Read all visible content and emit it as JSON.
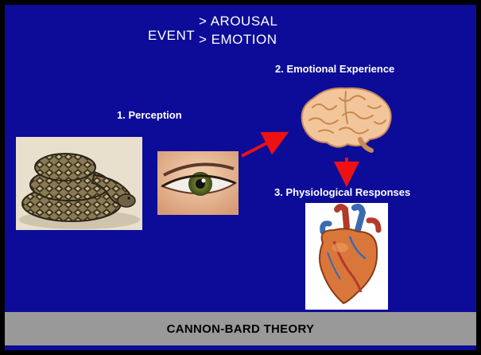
{
  "header": {
    "event": "EVENT",
    "arousal": "> AROUSAL",
    "emotion": "> EMOTION"
  },
  "steps": {
    "perception": "1. Perception",
    "emotional": "2. Emotional Experience",
    "physiological": "3. Physiological Responses"
  },
  "images": {
    "snake": "rattlesnake-photo",
    "eye": "eye-photo",
    "brain": "brain-illustration",
    "heart": "heart-illustration"
  },
  "colors": {
    "slide_bg": "#0c0c99",
    "arrow": "#ee1111",
    "banner_bg": "#999999"
  },
  "footer": {
    "title": "CANNON-BARD THEORY"
  }
}
